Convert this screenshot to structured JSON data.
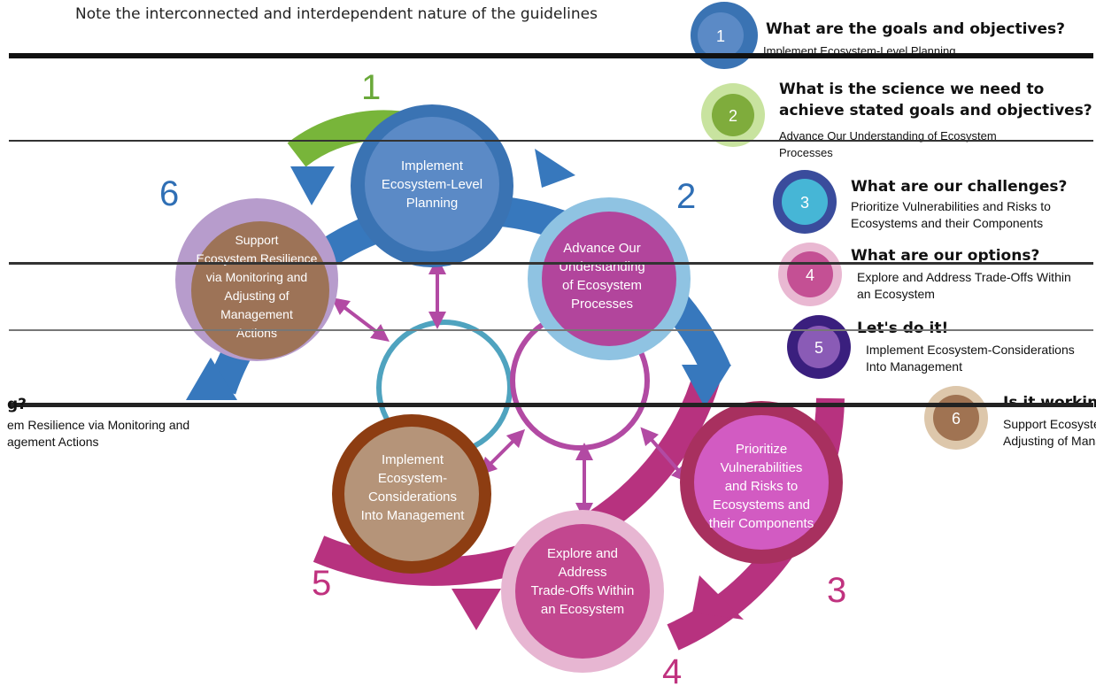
{
  "note": "Note the interconnected and interdependent nature of the guidelines",
  "cycle": {
    "numbers": [
      "1",
      "2",
      "3",
      "4",
      "5",
      "6"
    ],
    "nodes": [
      {
        "label": "Implement\nEcosystem-Level\nPlanning",
        "fill": "#5b8ac6",
        "ring": "#3a73b3"
      },
      {
        "label": "Advance Our\nUnderstanding\nof Ecosystem\nProcesses",
        "fill": "#b2459c",
        "ring": "#8fc3e2"
      },
      {
        "label": "Prioritize\nVulnerabilities\nand Risks to\nEcosystems and\ntheir Components",
        "fill": "#d25bc2",
        "ring": "#a8305f"
      },
      {
        "label": "Explore and\nAddress\nTrade-Offs Within\nan Ecosystem",
        "fill": "#c2478f",
        "ring": "#e7b6d2"
      },
      {
        "label": "Implement\nEcosystem-\nConsiderations\nInto Management",
        "fill": "#b59479",
        "ring": "#8d3d12"
      },
      {
        "label": "Support\nEcosystem Resilience\nvia Monitoring and\nAdjusting of\nManagement\nActions",
        "fill": "#9d7357",
        "ring": "#b79ccc"
      }
    ]
  },
  "questions": [
    {
      "num": "1",
      "title": "What are the goals and objectives?",
      "desc": "Implement Ecosystem-Level Planning"
    },
    {
      "num": "2",
      "title": "What is the science we need to\nachieve stated goals and objectives?",
      "desc": "Advance Our Understanding of Ecosystem\nProcesses"
    },
    {
      "num": "3",
      "title": "What are our challenges?",
      "desc": "Prioritize Vulnerabilities and Risks to\nEcosystems and their Components"
    },
    {
      "num": "4",
      "title": "What are our options?",
      "desc": "Explore and Address Trade-Offs Within\nan Ecosystem"
    },
    {
      "num": "5",
      "title": "Let's do it!",
      "desc": "Implement  Ecosystem-Considerations\nInto Management"
    },
    {
      "num": "6",
      "title": "Is it working?",
      "desc": "Support Ecosystem Resilience via Monitoring and\nAdjusting of Management Actions"
    }
  ],
  "fragments": {
    "left_title": "g?",
    "left_line1": "em Resilience via Monitoring and",
    "left_line2": "agement Actions"
  },
  "colors": {
    "blue": "#3778bd",
    "magenta": "#b7327f",
    "green": "#78b53a",
    "cyan": "#4fa3bf",
    "text_magenta": "#c0327f",
    "text_blue": "#2f6fb5",
    "text_green": "#6aa93a"
  }
}
